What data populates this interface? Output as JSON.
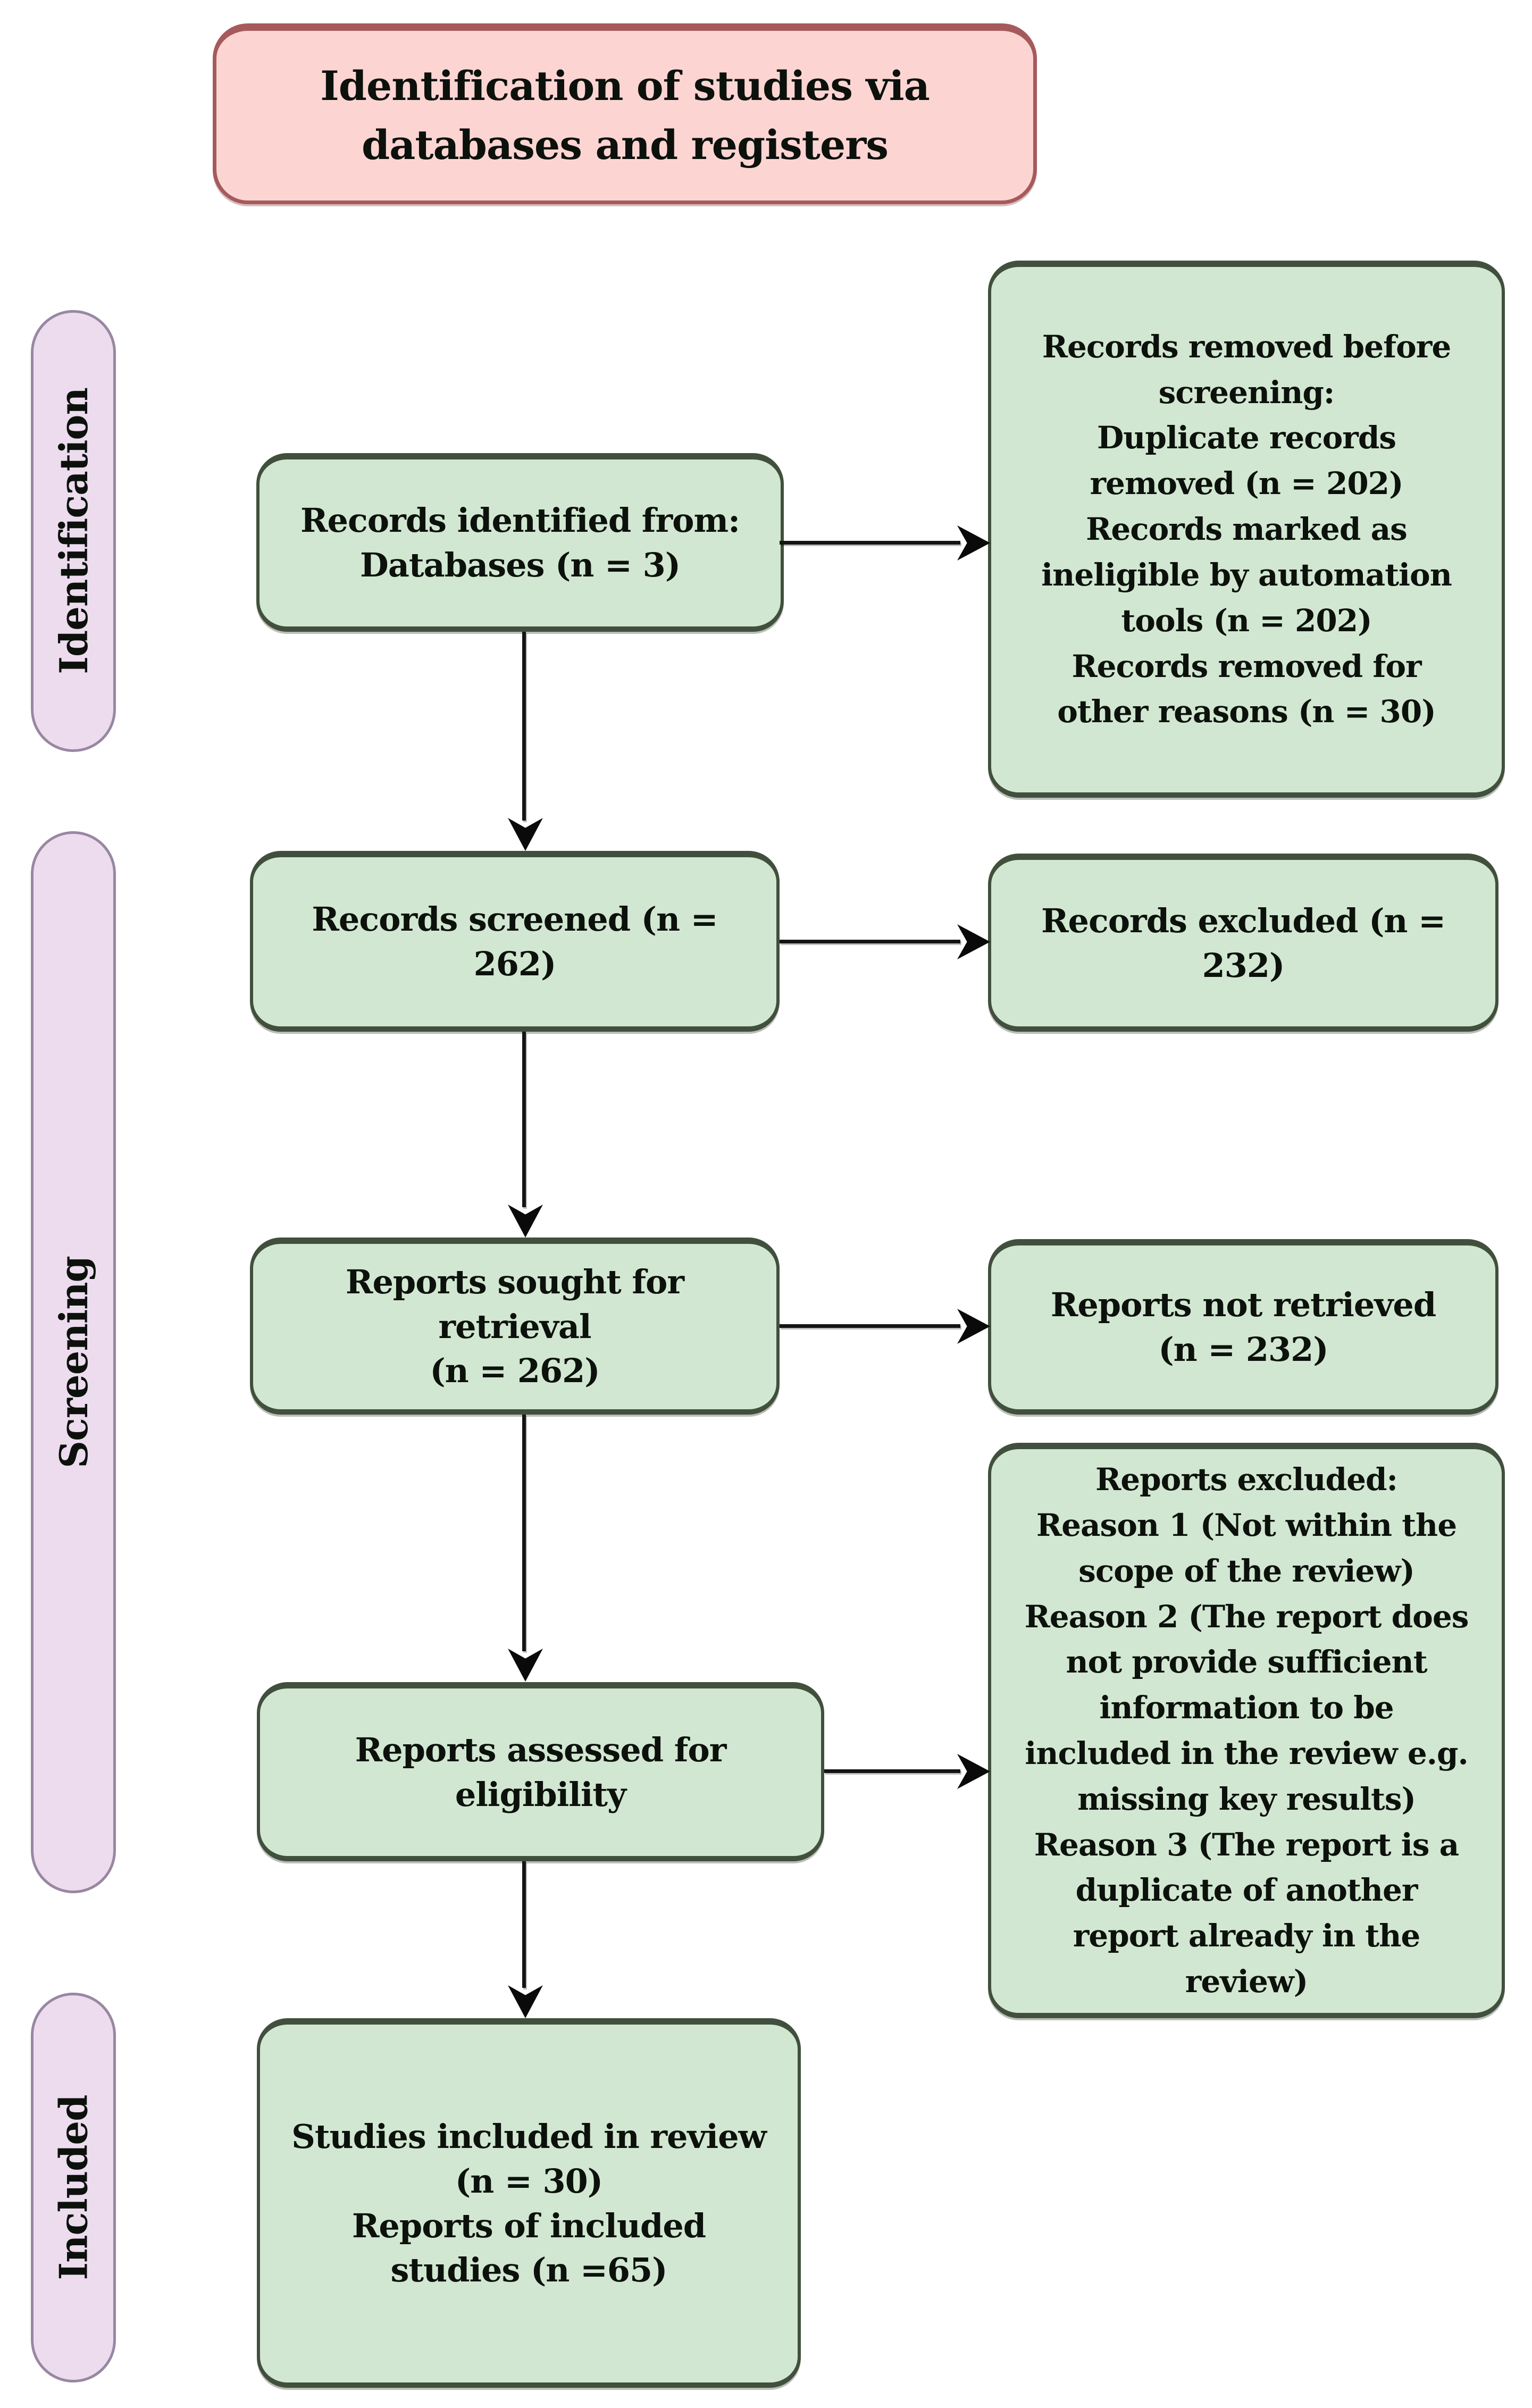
{
  "title": "Identification of studies via\ndatabases and registers",
  "sidebar": {
    "identification": "Identification",
    "screening": "Screening",
    "included": "Included"
  },
  "boxes": {
    "records_identified": "Records identified from:\nDatabases (n = 3)",
    "records_removed_before_screening": "Records removed before\nscreening:\nDuplicate records\nremoved (n = 202)\nRecords marked as\nineligible by automation\ntools (n = 202)\nRecords removed for\nother reasons (n = 30)",
    "records_screened": "Records screened (n =\n262)",
    "records_excluded": "Records excluded (n =\n232)",
    "reports_sought": "Reports sought for\nretrieval\n(n = 262)",
    "reports_not_retrieved": "Reports not retrieved\n(n = 232)",
    "reports_assessed": "Reports assessed for\neligibility",
    "reports_excluded_reasons": "Reports excluded:\nReason 1 (Not within the\nscope of the review)\nReason 2 (The report does\nnot provide sufficient\ninformation to be\nincluded in the review e.g.\nmissing key results)\nReason 3 (The report is a\nduplicate of another\nreport already in the\nreview)",
    "studies_included": "Studies included in review\n(n = 30)\nReports of included\nstudies (n =65)"
  },
  "colors": {
    "flow_box_fill": "#d2e7d2",
    "flow_box_border": "#41503c",
    "title_fill": "#fcd5d3",
    "title_border": "#a65a5c",
    "stage_pill_fill": "#ecdcee",
    "stage_pill_border": "#9887a2",
    "arrow": "#141414",
    "text": "#0c110c"
  }
}
